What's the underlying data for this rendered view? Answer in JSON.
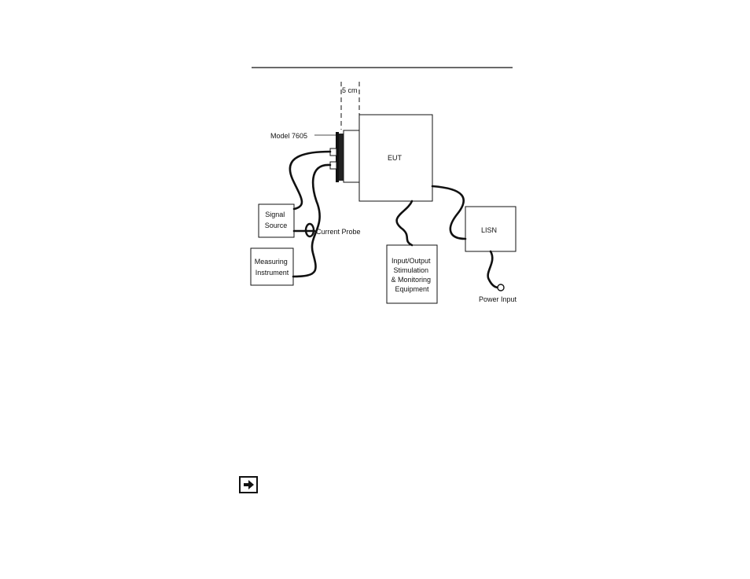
{
  "diagram": {
    "gap_label": "5 cm",
    "model_label": "Model 7605",
    "eut_label": "EUT",
    "signal_source_lines": [
      "Signal",
      "Source"
    ],
    "measuring_lines": [
      "Measuring",
      "Instrument"
    ],
    "current_probe_label": "Current Probe",
    "io_lines": [
      "Input/Output",
      "Stimulation",
      "& Monitoring",
      "Equipment"
    ],
    "lisn_label": "LISN",
    "power_input_label": "Power Input"
  },
  "note_icon": "arrow-right-icon"
}
